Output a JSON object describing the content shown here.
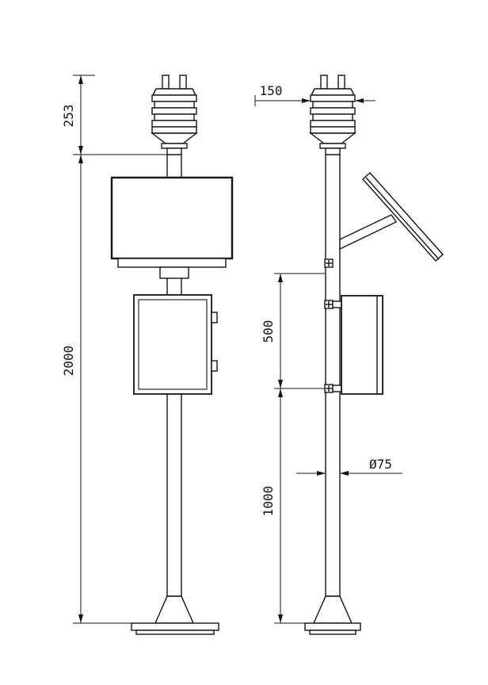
{
  "drawing": {
    "dims": {
      "sensor_height": "253",
      "total_height": "2000",
      "sensor_width": "150",
      "cabinet_section_height": "500",
      "lower_section_height": "1000",
      "pole_diameter": "Ø75"
    }
  }
}
